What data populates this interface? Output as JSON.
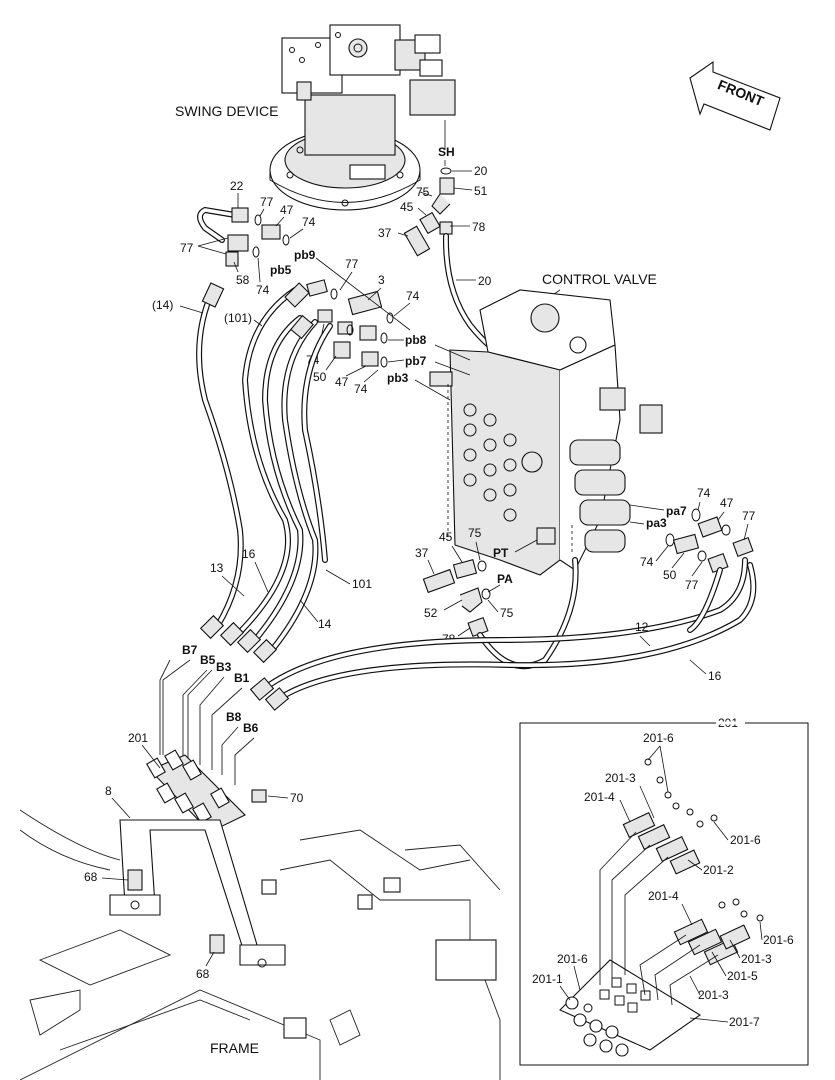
{
  "titles": {
    "swing_device": "SWING DEVICE",
    "control_valve": "CONTROL VALVE",
    "frame": "FRAME",
    "front": "FRONT"
  },
  "ports": {
    "sh": "SH",
    "pb9": "pb9",
    "pb5": "pb5",
    "pb8": "pb8",
    "pb7": "pb7",
    "pb3": "pb3",
    "pa7": "pa7",
    "pa3": "pa3",
    "pt": "PT",
    "pa": "PA",
    "b7": "B7",
    "b5": "B5",
    "b3": "B3",
    "b1": "B1",
    "b8": "B8",
    "b6": "B6"
  },
  "callouts": {
    "n20_top": "20",
    "n51": "51",
    "n75_sd": "75",
    "n45_sd": "45",
    "n78_sd": "78",
    "n37_sd": "37",
    "n20_hose": "20",
    "n22": "22",
    "n77_a": "77",
    "n47_a": "47",
    "n74_a": "74",
    "n77_b": "77",
    "n58": "58",
    "n74_b": "74",
    "n77_c": "77",
    "n3": "3",
    "n74_c": "74",
    "n14_paren": "(14)",
    "n101_paren": "(101)",
    "n74_d": "74",
    "n50_a": "50",
    "n47_b": "47",
    "n74_e": "74",
    "n74_f": "74",
    "n47_c": "47",
    "n77_d": "77",
    "n74_g": "74",
    "n50_b": "50",
    "n77_e": "77",
    "n45_cv": "45",
    "n75_cv": "75",
    "n37_cv": "37",
    "n52": "52",
    "n75_cv2": "75",
    "n78_cv": "78",
    "n16_a": "16",
    "n13": "13",
    "n101": "101",
    "n14": "14",
    "n12": "12",
    "n16_b": "16",
    "n201_main": "201",
    "n8": "8",
    "n70": "70",
    "n68_a": "68",
    "n68_b": "68"
  },
  "detail": {
    "title": "201",
    "labels": {
      "d201_6_a": "201-6",
      "d201_3_a": "201-3",
      "d201_4_a": "201-4",
      "d201_6_b": "201-6",
      "d201_2": "201-2",
      "d201_4_b": "201-4",
      "d201_6_c": "201-6",
      "d201_3_b": "201-3",
      "d201_5": "201-5",
      "d201_6_d": "201-6",
      "d201_1": "201-1",
      "d201_3_c": "201-3",
      "d201_7": "201-7"
    }
  }
}
